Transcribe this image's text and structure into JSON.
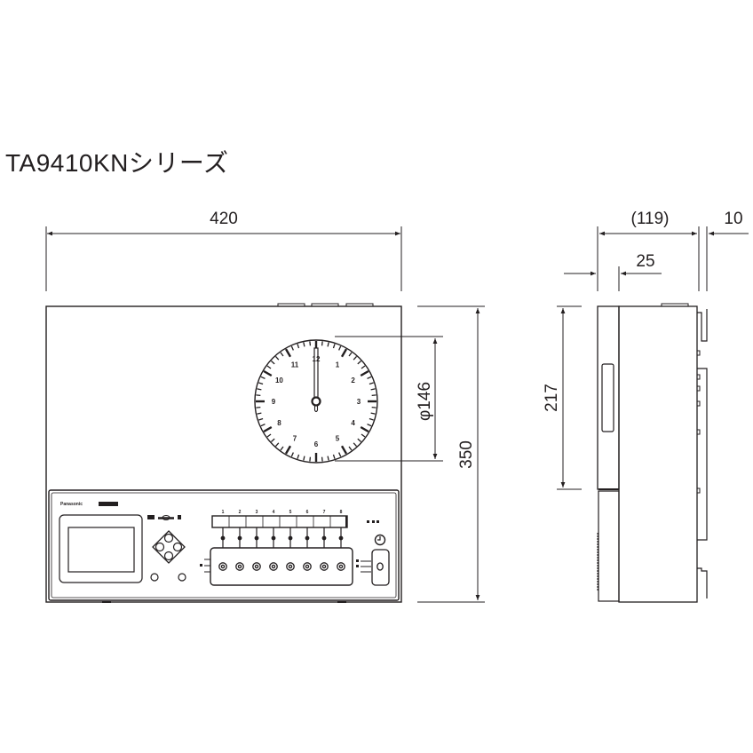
{
  "title": "TA9410KNシリーズ",
  "front_view": {
    "width_dim": "420",
    "height_dim": "350",
    "clock_diameter_dim": "φ146",
    "clock_numbers": [
      "12",
      "1",
      "2",
      "3",
      "4",
      "5",
      "6",
      "7",
      "8",
      "9",
      "10",
      "11"
    ],
    "brand_label": "Panasonic",
    "channel_numbers": [
      "1",
      "2",
      "3",
      "4",
      "5",
      "6",
      "7",
      "8"
    ],
    "clock_icon": "clock-icon"
  },
  "side_view": {
    "depth_dim": "(119)",
    "bracket_dim": "10",
    "front_cover_dim": "25",
    "cover_height_dim": "217"
  },
  "colors": {
    "line": "#231f20",
    "background": "#ffffff"
  }
}
